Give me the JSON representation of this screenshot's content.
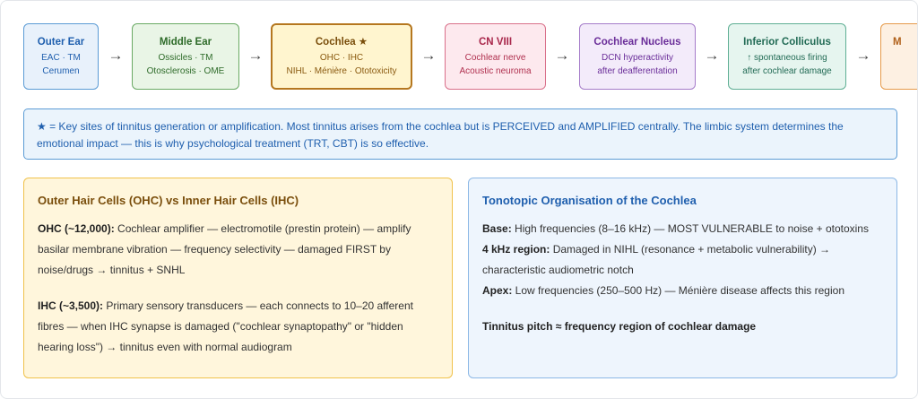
{
  "flow": {
    "nodes": [
      {
        "title": "Outer Ear",
        "line1": "EAC · TM",
        "line2": "Cerumen",
        "border": "#5b9bd5",
        "bg": "#e8f1fb",
        "title_color": "#1f5fae",
        "text_color": "#1f5fae"
      },
      {
        "title": "Middle Ear",
        "line1": "Ossicles · TM",
        "line2": "Otosclerosis · OME",
        "border": "#6aaa64",
        "bg": "#e9f5e6",
        "title_color": "#2e6b29",
        "text_color": "#2e6b29"
      },
      {
        "title": "Cochlea ★",
        "line1": "OHC · IHC",
        "line2": "NIHL · Ménière · Ototoxicity",
        "border": "#b5771f",
        "bg": "#fff5cf",
        "title_color": "#7a4e0c",
        "text_color": "#8a5a10"
      },
      {
        "title": "CN VIII",
        "line1": "Cochlear nerve",
        "line2": "Acoustic neuroma",
        "border": "#d9708a",
        "bg": "#fde9ee",
        "title_color": "#a8264a",
        "text_color": "#b0304f"
      },
      {
        "title": "Cochlear Nucleus",
        "line1": "DCN hyperactivity",
        "line2": "after deafferentation",
        "border": "#a57cc9",
        "bg": "#f3ebfa",
        "title_color": "#6a2d99",
        "text_color": "#6a2d99"
      },
      {
        "title": "Inferior Colliculus",
        "line1": "↑ spontaneous firing",
        "line2": "after cochlear damage",
        "border": "#5faf94",
        "bg": "#e6f5ef",
        "title_color": "#226b55",
        "text_color": "#226b55"
      },
      {
        "title": "M",
        "line1": "",
        "line2": "",
        "border": "#e69a4a",
        "bg": "#fdf0e2",
        "title_color": "#b0601a",
        "text_color": "#b0601a"
      }
    ],
    "arrow": "→"
  },
  "note": {
    "text": "★ = Key sites of tinnitus generation or amplification. Most tinnitus arises from the cochlea but is PERCEIVED and AMPLIFIED centrally. The limbic system determines the emotional impact — this is why psychological treatment (TRT, CBT) is so effective."
  },
  "hair_cells": {
    "title": "Outer Hair Cells (OHC) vs Inner Hair Cells (IHC)",
    "ohc_label": "OHC (~12,000):",
    "ohc_text": " Cochlear amplifier — electromotile (prestin protein) — amplify basilar membrane vibration — frequency selectivity — damaged FIRST by noise/drugs → tinnitus + SNHL",
    "ihc_label": "IHC (~3,500):",
    "ihc_text": " Primary sensory transducers — each connects to 10–20 afferent fibres — when IHC synapse is damaged (\"cochlear synaptopathy\" or \"hidden hearing loss\") → tinnitus even with normal audiogram"
  },
  "tonotopic": {
    "title": "Tonotopic Organisation of the Cochlea",
    "base_label": "Base:",
    "base_text": " High frequencies (8–16 kHz) — MOST VULNERABLE to noise + ototoxins",
    "khz_label": "4 kHz region:",
    "khz_text": " Damaged in NIHL (resonance + metabolic vulnerability) → characteristic audiometric notch",
    "apex_label": "Apex:",
    "apex_text": " Low frequencies (250–500 Hz) — Ménière disease affects this region",
    "summary": "Tinnitus pitch ≈ frequency region of cochlear damage"
  }
}
